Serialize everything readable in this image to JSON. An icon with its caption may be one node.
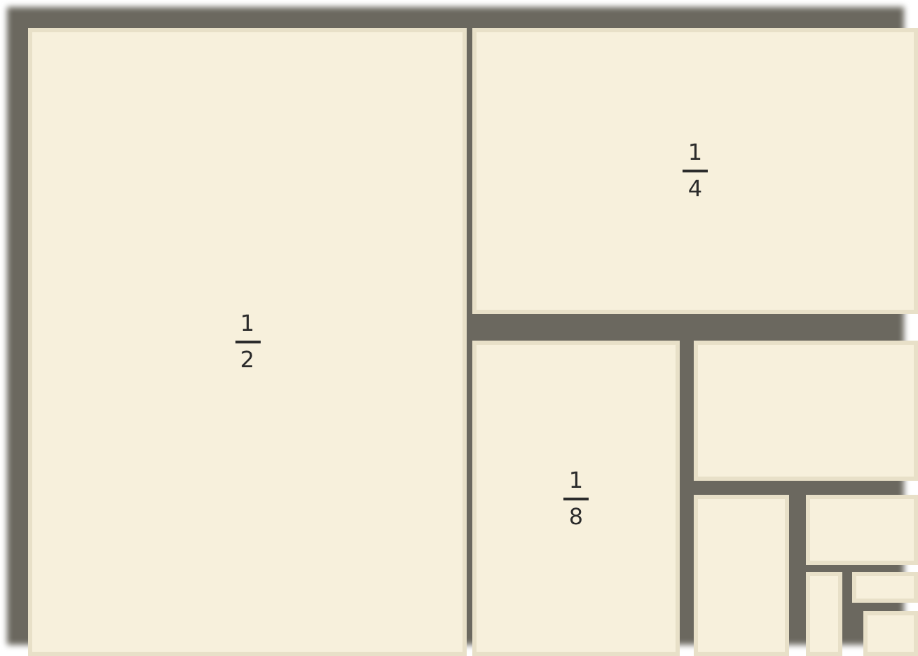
{
  "diagram": {
    "nodes": [
      {
        "text": [
          "1",
          "2"
        ]
      },
      {
        "text": [
          "1",
          "4"
        ]
      },
      {
        "text": [
          "1",
          "8"
        ]
      },
      {
        "text": [],
        "shape": "box"
      },
      {
        "text": [],
        "shape": "box"
      },
      {
        "text": [],
        "shape": "box"
      },
      {
        "text": [],
        "shape": "box"
      },
      {
        "text": [],
        "shape": "box"
      },
      {
        "text": [],
        "shape": "box"
      }
    ]
  }
}
